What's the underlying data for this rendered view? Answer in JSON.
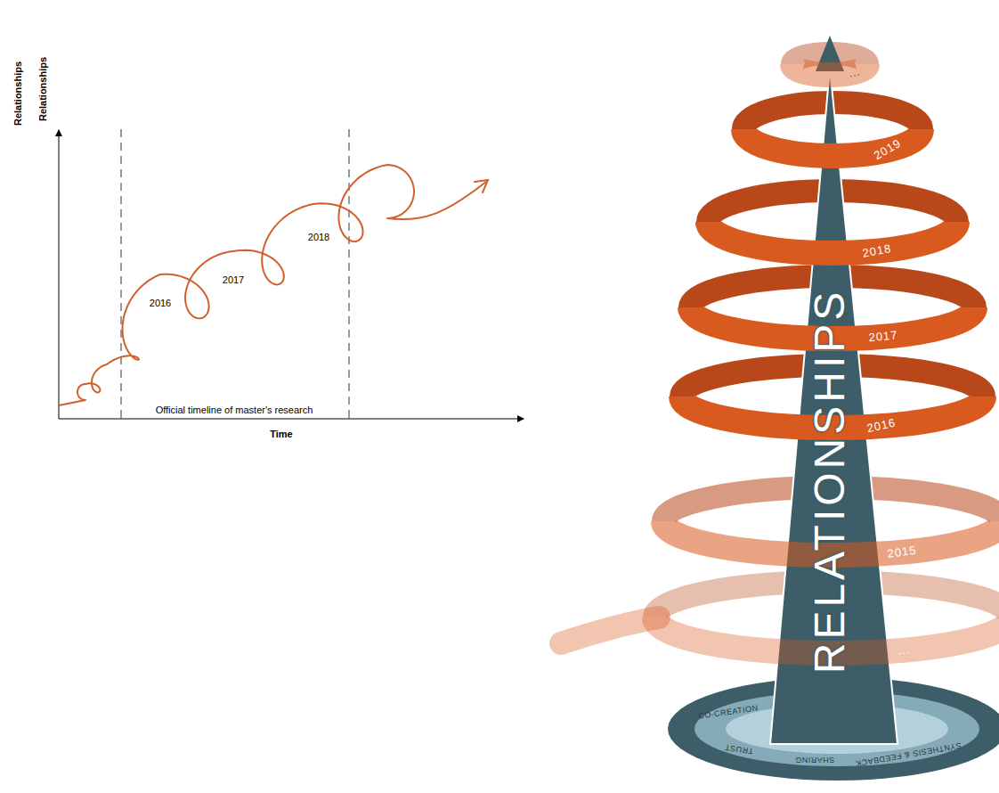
{
  "diagram": {
    "labels": [
      "Relationships",
      "Relationships",
      "2016",
      "2017",
      "2018",
      "Official timeline of master's research",
      "Time",
      "RELATIONSHIPS",
      "2019",
      "2018",
      "2017",
      "2016",
      "2015",
      "...",
      "...",
      "CO-CREATION",
      "TRUST",
      "SHARING",
      "SYNTHESIS & FEEDBACK"
    ]
  }
}
